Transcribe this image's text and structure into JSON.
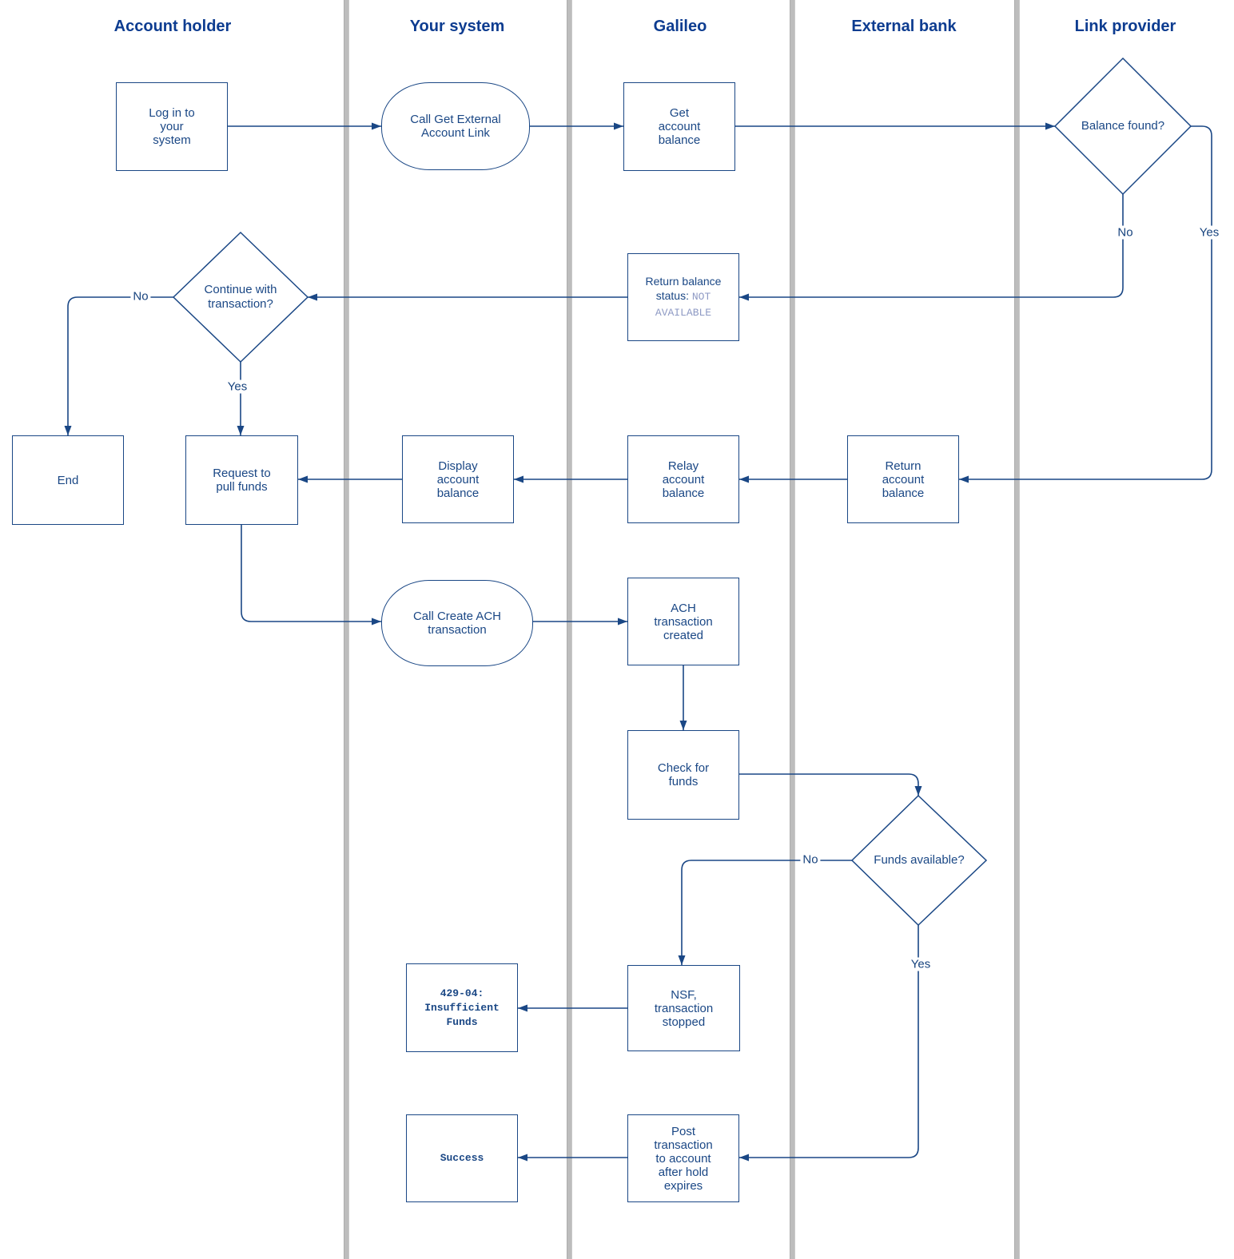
{
  "lanes": [
    {
      "label": "Account holder"
    },
    {
      "label": "Your system"
    },
    {
      "label": "Galileo"
    },
    {
      "label": "External bank"
    },
    {
      "label": "Link provider"
    }
  ],
  "nodes": {
    "login": {
      "label": "Log in to\nyour\nsystem"
    },
    "call_get_external_account_link": {
      "label": "Call Get External\nAccount Link"
    },
    "get_account_balance": {
      "label": "Get\naccount\nbalance"
    },
    "balance_found": {
      "label": "Balance found?"
    },
    "return_balance_status": {
      "text_plain": "Return balance status: ",
      "text_code": "NOT AVAILABLE"
    },
    "continue_with_transaction": {
      "label": "Continue with\ntransaction?"
    },
    "end": {
      "label": "End"
    },
    "request_to_pull_funds": {
      "label": "Request to\npull funds"
    },
    "display_account_balance": {
      "label": "Display\naccount\nbalance"
    },
    "relay_account_balance": {
      "label": "Relay\naccount\nbalance"
    },
    "return_account_balance": {
      "label": "Return\naccount\nbalance"
    },
    "call_create_ach_transaction": {
      "label": "Call Create ACH\ntransaction"
    },
    "ach_transaction_created": {
      "label": "ACH\ntransaction\ncreated"
    },
    "check_for_funds": {
      "label": "Check for\nfunds"
    },
    "funds_available": {
      "label": "Funds available?"
    },
    "nsf_transaction_stopped": {
      "label": "NSF,\ntransaction\nstopped"
    },
    "insufficient_funds_code": {
      "label": "429-04:\nInsufficient\nFunds"
    },
    "success": {
      "label": "Success"
    },
    "post_transaction": {
      "label": "Post\ntransaction\nto account\nafter hold\nexpires"
    }
  },
  "edge_labels": {
    "balance_found": {
      "no": "No",
      "yes": "Yes"
    },
    "continue_with_transaction": {
      "no": "No",
      "yes": "Yes"
    },
    "funds_available": {
      "no": "No",
      "yes": "Yes"
    }
  },
  "colors": {
    "line_navy": "#1a4785",
    "header_navy": "#0d3c90",
    "code_light_blue": "#8e9ac4",
    "lane_divider_gray": "#bdbdbd",
    "background": "#ffffff"
  }
}
